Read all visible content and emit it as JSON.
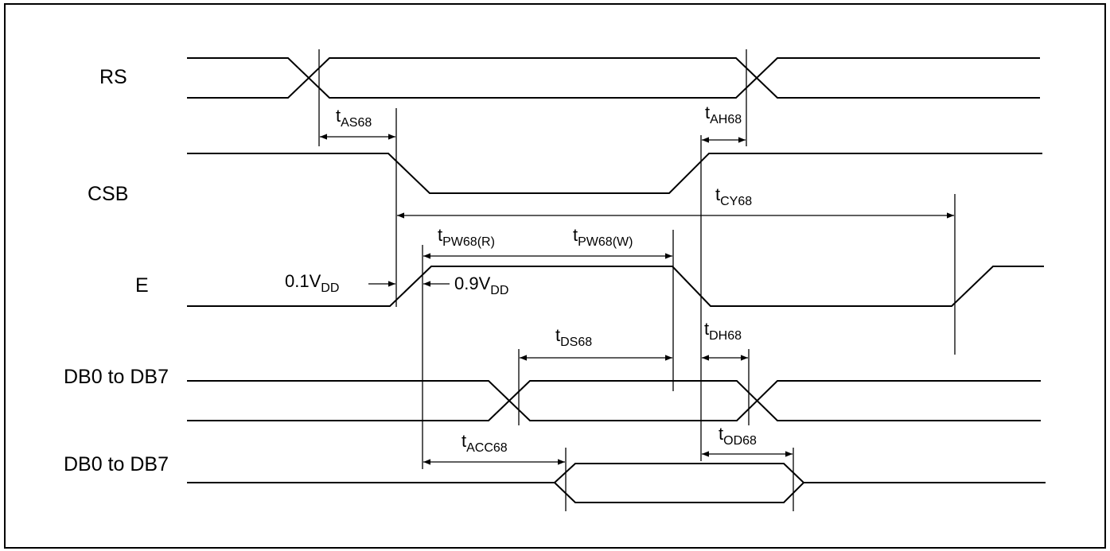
{
  "colors": {
    "line": "#000000",
    "background": "#ffffff"
  },
  "signals": {
    "rs": "RS",
    "csb": "CSB",
    "e": "E",
    "db_write": "DB0 to DB7",
    "db_read": "DB0 to DB7"
  },
  "timing": {
    "tas68": {
      "main": "t",
      "sub": "AS68"
    },
    "tah68": {
      "main": "t",
      "sub": "AH68"
    },
    "tcy68": {
      "main": "t",
      "sub": "CY68"
    },
    "tpw68r": {
      "main": "t",
      "sub": "PW68(R)"
    },
    "tpw68w": {
      "main": "t",
      "sub": "PW68(W)"
    },
    "tds68": {
      "main": "t",
      "sub": "DS68"
    },
    "tdh68": {
      "main": "t",
      "sub": "DH68"
    },
    "tacc68": {
      "main": "t",
      "sub": "ACC68"
    },
    "tod68": {
      "main": "t",
      "sub": "OD68"
    }
  },
  "thresholds": {
    "low": {
      "main": "0.1V",
      "sub": "DD"
    },
    "high": {
      "main": "0.9V",
      "sub": "DD"
    }
  }
}
